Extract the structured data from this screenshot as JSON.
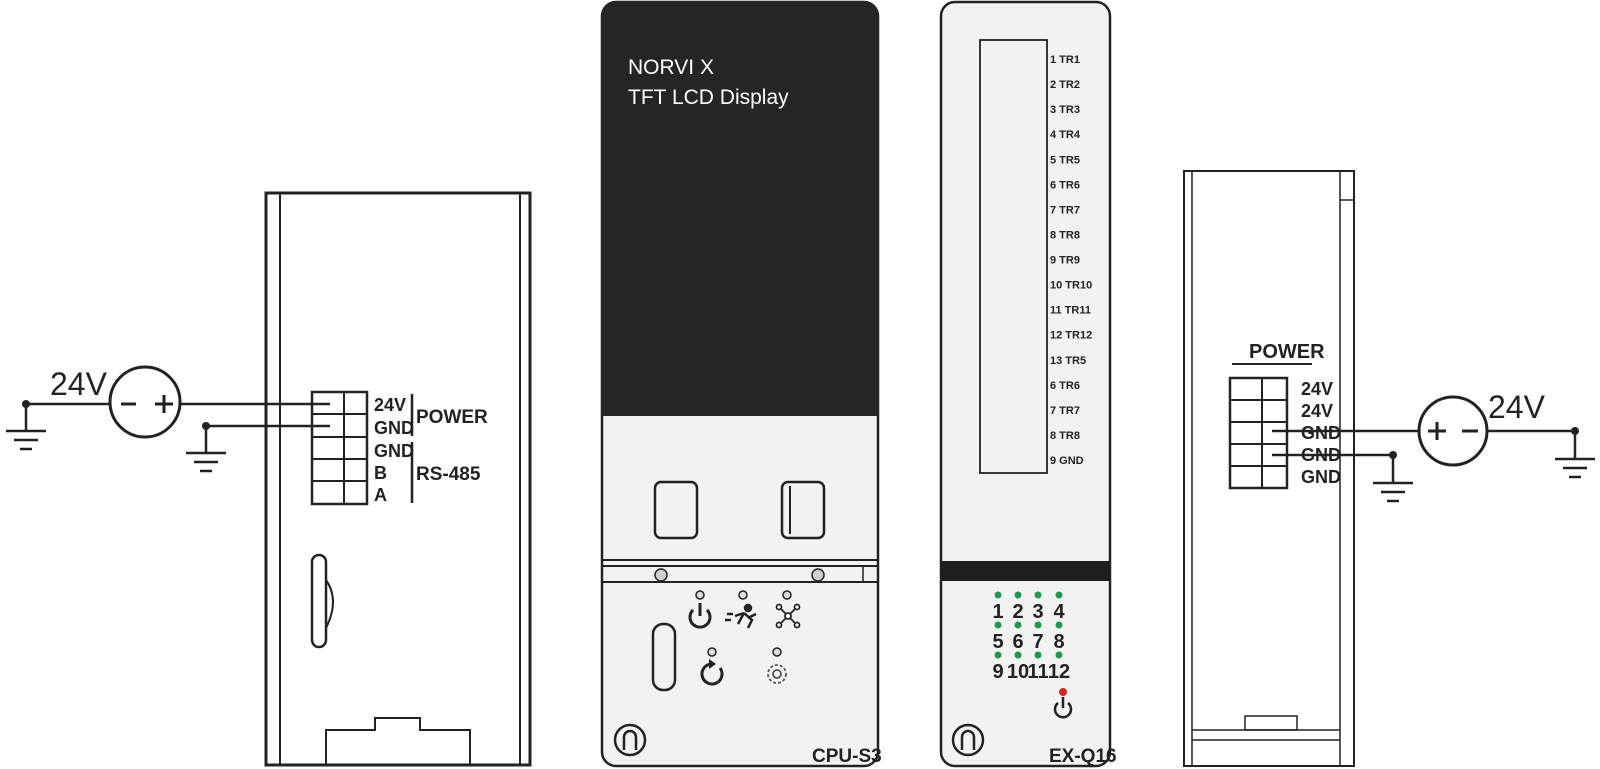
{
  "power_module": {
    "supply_label": "24V",
    "terminals": [
      "24V",
      "GND",
      "GND",
      "B",
      "A"
    ],
    "group_power": "POWER",
    "group_rs485": "RS-485"
  },
  "cpu_module": {
    "lcd_line1": "NORVI X",
    "lcd_line2": "TFT LCD Display",
    "model": "CPU-S3"
  },
  "io_module": {
    "channels": [
      "1 TR1",
      "2 TR2",
      "3 TR3",
      "4 TR4",
      "5 TR5",
      "6 TR6",
      "7 TR7",
      "8 TR8",
      "9 TR9",
      "10 TR10",
      "11 TR11",
      "12 TR12",
      "13 TR5",
      "6 TR6",
      "7 TR7",
      "8 TR8",
      "9 GND"
    ],
    "led_numbers": [
      "1",
      "2",
      "3",
      "4",
      "5",
      "6",
      "7",
      "8",
      "9",
      "10",
      "11",
      "12"
    ],
    "model": "EX-Q16",
    "led_color": "#1a9a4a",
    "power_led_color": "#e02020"
  },
  "expansion_power": {
    "title": "POWER",
    "terminals": [
      "24V",
      "24V",
      "GND",
      "GND",
      "GND"
    ],
    "supply_label": "24V"
  }
}
